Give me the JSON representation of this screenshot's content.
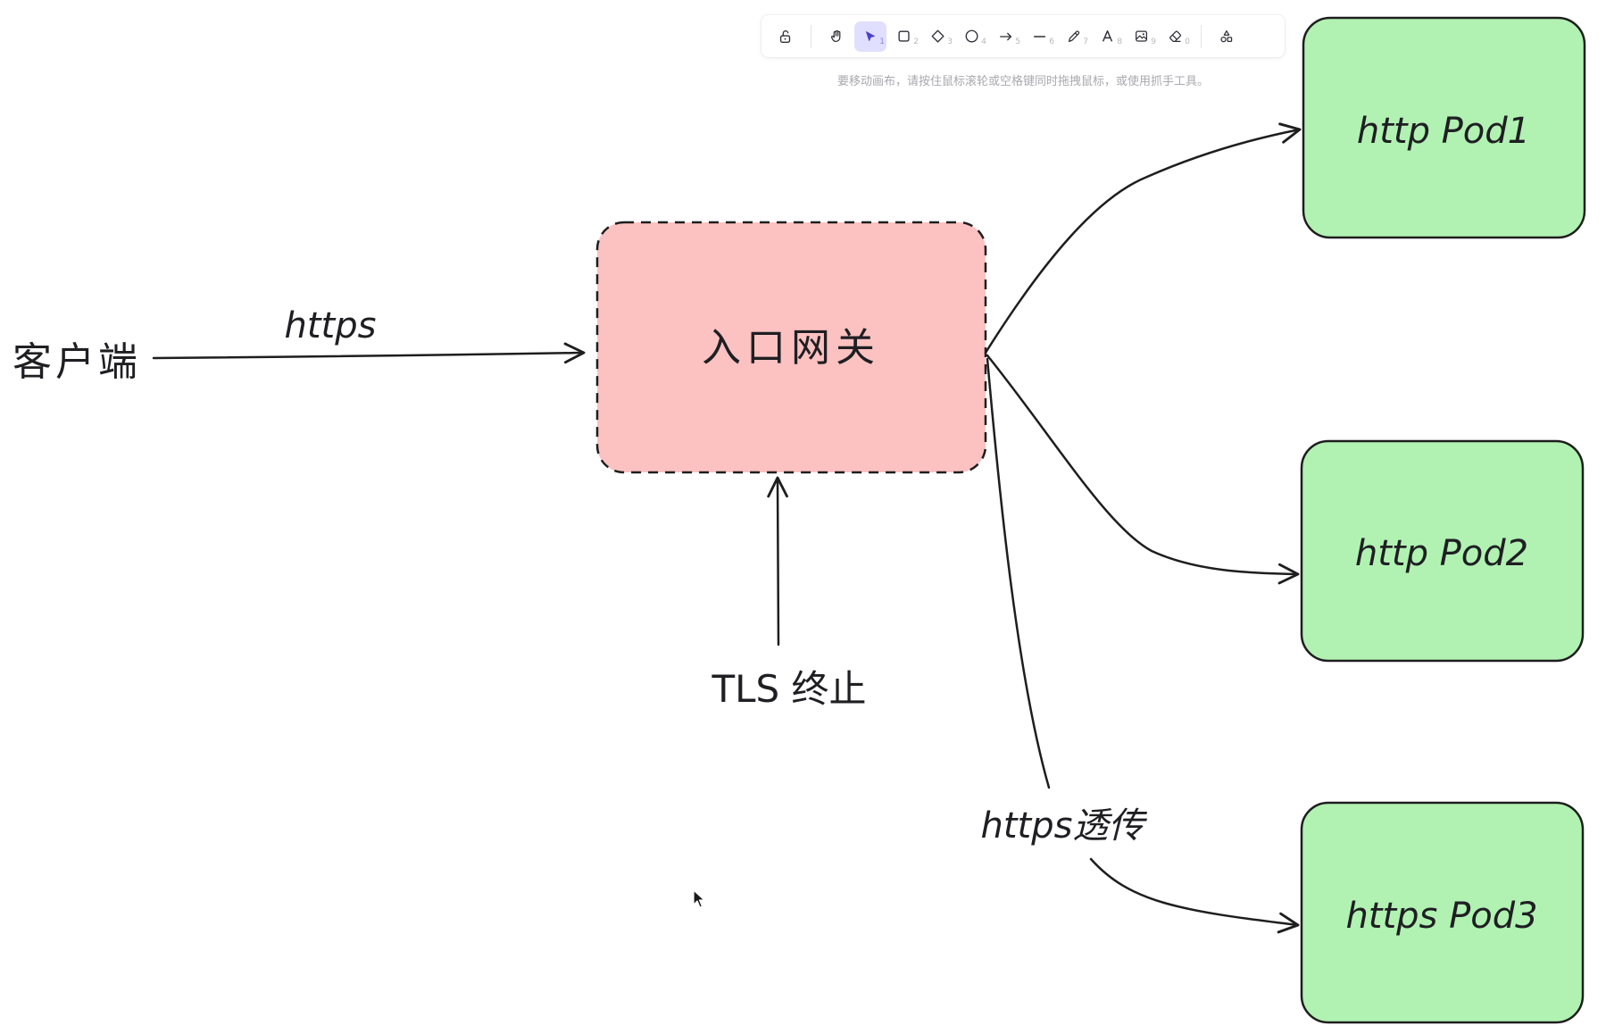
{
  "toolbar": {
    "tools": [
      {
        "name": "lock",
        "key": ""
      },
      {
        "name": "hand",
        "key": ""
      },
      {
        "name": "selection",
        "key": "1",
        "active": true
      },
      {
        "name": "rectangle",
        "key": "2"
      },
      {
        "name": "diamond",
        "key": "3"
      },
      {
        "name": "ellipse",
        "key": "4"
      },
      {
        "name": "arrow",
        "key": "5"
      },
      {
        "name": "line",
        "key": "6"
      },
      {
        "name": "draw",
        "key": "7"
      },
      {
        "name": "text",
        "key": "8"
      },
      {
        "name": "image",
        "key": "9"
      },
      {
        "name": "eraser",
        "key": "0"
      },
      {
        "name": "library",
        "key": ""
      }
    ],
    "hint": "要移动画布，请按住鼠标滚轮或空格键同时拖拽鼠标，或使用抓手工具。"
  },
  "diagram": {
    "client_label": "客户端",
    "client_edge_label": "https",
    "gateway_label": "入口网关",
    "tls_label": "TLS 终止",
    "passthrough_label": "https透传",
    "pods": [
      {
        "label": "http Pod1"
      },
      {
        "label": "http Pod2"
      },
      {
        "label": "https Pod3"
      }
    ]
  },
  "colors": {
    "gateway_fill": "#fbc2c1",
    "pod_fill": "#b1f2b2",
    "stroke": "#1e1e1e",
    "active_tool": "#e0dfff"
  }
}
